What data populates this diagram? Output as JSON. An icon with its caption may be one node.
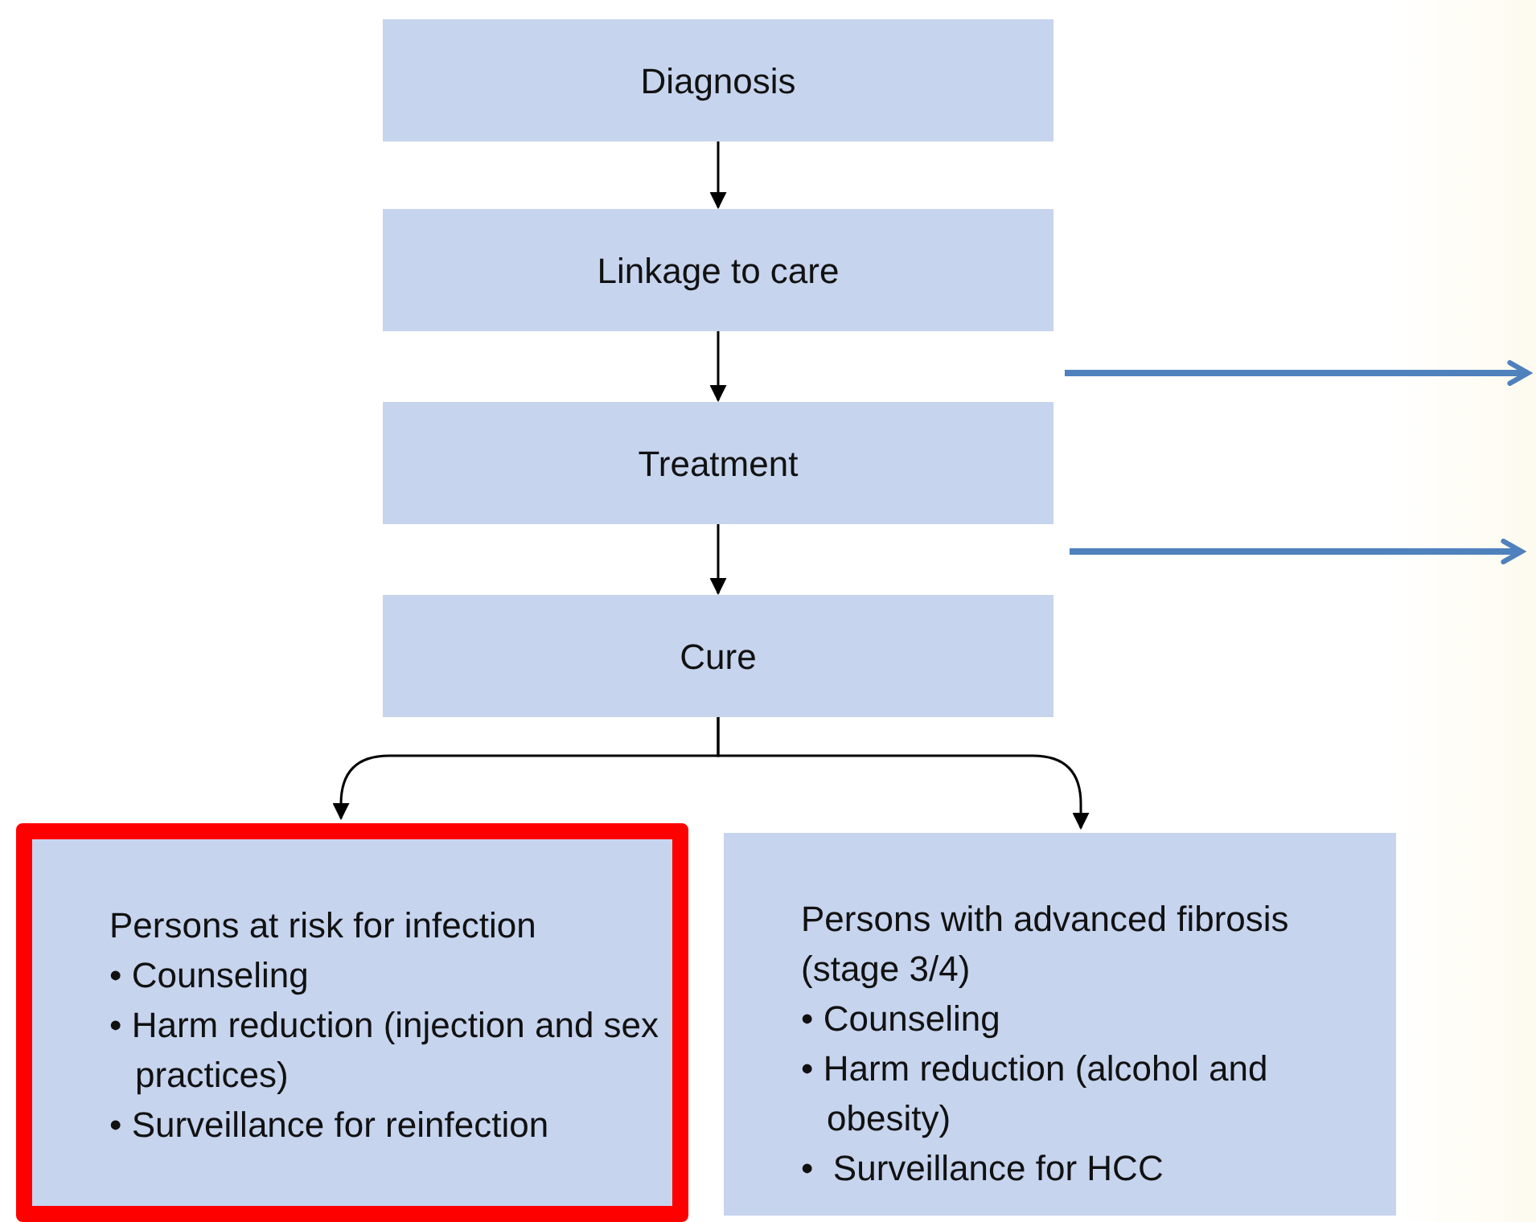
{
  "diagram": {
    "nodes": [
      {
        "text": [
          "Diagnosis"
        ]
      },
      {
        "text": [
          "Linkage to care"
        ]
      },
      {
        "text": [
          "Treatment"
        ]
      },
      {
        "text": [
          "Cure"
        ]
      },
      {
        "text": [
          "Persons at risk for infection",
          "• Counseling",
          "• Harm reduction (injection and sex practices)",
          "• Surveillance for reinfection"
        ]
      },
      {
        "text": [
          "Persons with advanced fibrosis (stage 3/4)",
          "• Counseling",
          "• Harm reduction (alcohol and obesity)",
          "•  Surveillance for HCC"
        ]
      }
    ],
    "edges": [
      {
        "from": 0,
        "to": 1,
        "arrow": "to"
      },
      {
        "from": 1,
        "to": 2,
        "arrow": "to"
      },
      {
        "from": 2,
        "to": 3,
        "arrow": "to"
      },
      {
        "from": 3,
        "to": 4,
        "arrow": "to"
      },
      {
        "from": 3,
        "to": 5,
        "arrow": "to"
      }
    ]
  }
}
